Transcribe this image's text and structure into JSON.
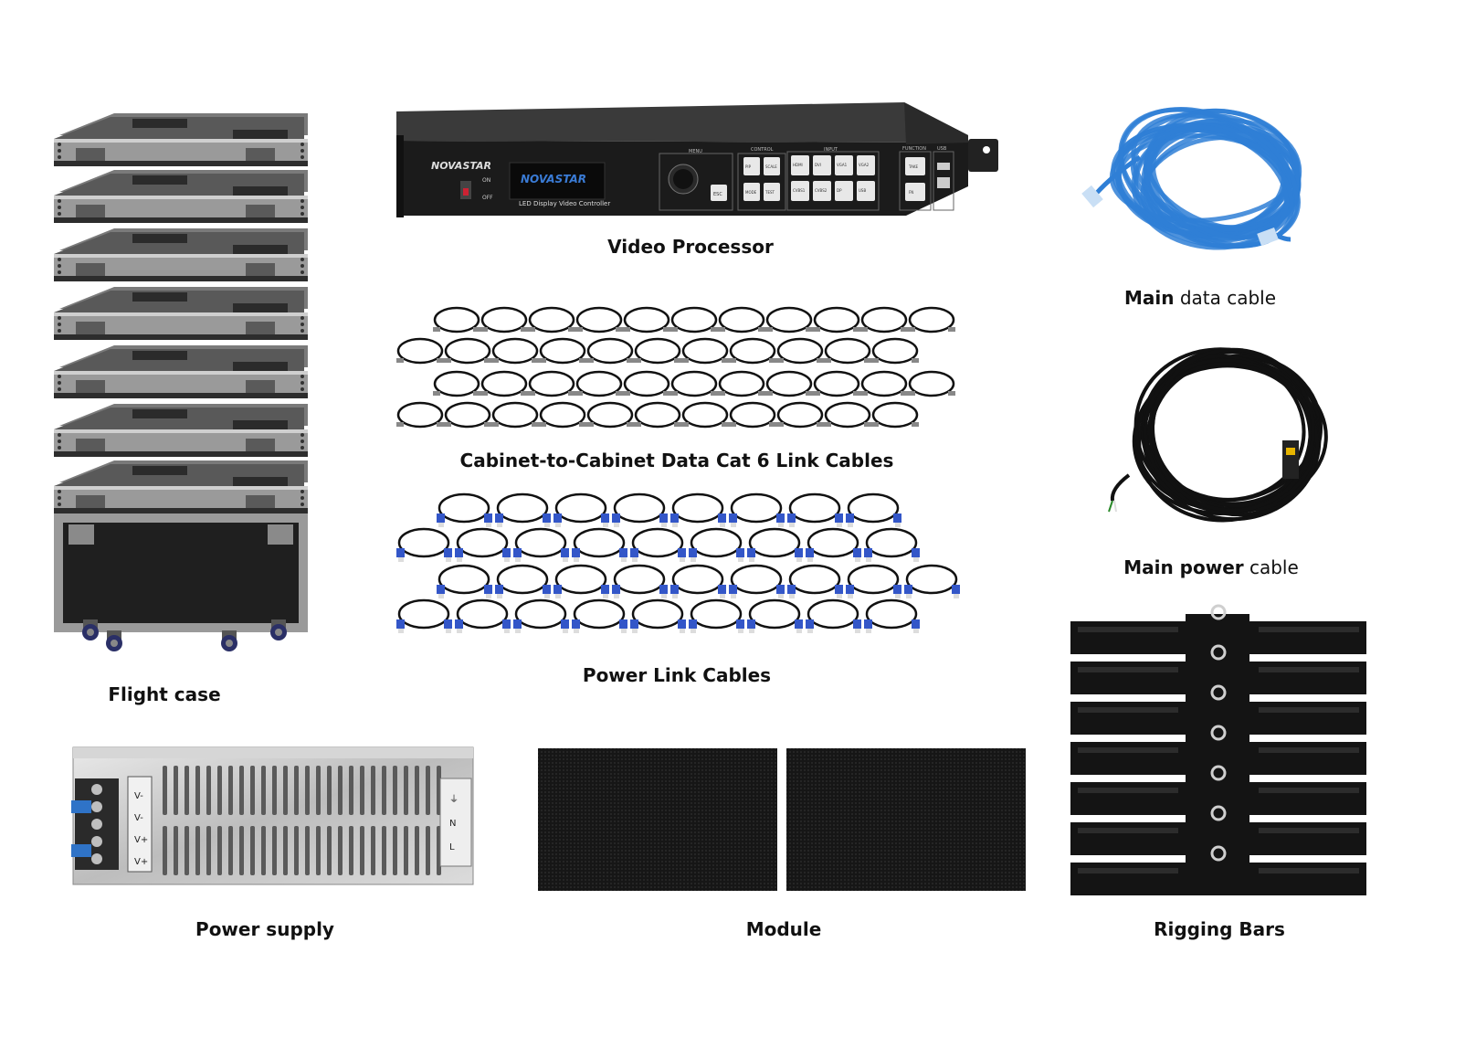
{
  "labels": {
    "video_processor": "Video Processor",
    "data_cable_bold": "Main",
    "data_cable_rest": " data cable",
    "cat6_cables": "Cabinet-to-Cabinet Data Cat 6 Link Cables",
    "power_cable_bold": "Main power",
    "power_cable_rest": " cable",
    "power_link_cables": "Power Link Cables",
    "flight_case": "Flight case",
    "power_supply": "Power supply",
    "module": "Module",
    "rigging_bars": "Rigging Bars"
  },
  "processor": {
    "brand": "NOVASTAR",
    "screen_text": "NOVASTAR",
    "subtitle": "LED Display  Video Controller",
    "on": "ON",
    "off": "OFF",
    "menu": "MENU",
    "control": "CONTROL",
    "input": "INPUT",
    "function": "FUNCTION",
    "usb": "USB",
    "control_buttons": [
      "PIP",
      "SCALE",
      "MODE",
      "TEST"
    ],
    "esc": "ESC",
    "input_buttons": [
      "HDMI",
      "DVI",
      "VGA1",
      "VGA2",
      "CVBS1",
      "CVBS2",
      "DP",
      "USB"
    ],
    "function_buttons": [
      "TAKE",
      "FN"
    ]
  },
  "psu_terminals": [
    "V-",
    "V-",
    "V+",
    "V+"
  ],
  "psu_terminals_right": [
    "⏚",
    "N",
    "L"
  ],
  "colors": {
    "data_cable": "#2f7fd6",
    "power_connector": "#3356c8",
    "case_metal": "#9a9a9a",
    "case_dark": "#1f1f1f",
    "module": "#151515",
    "rigging": "#141414"
  }
}
